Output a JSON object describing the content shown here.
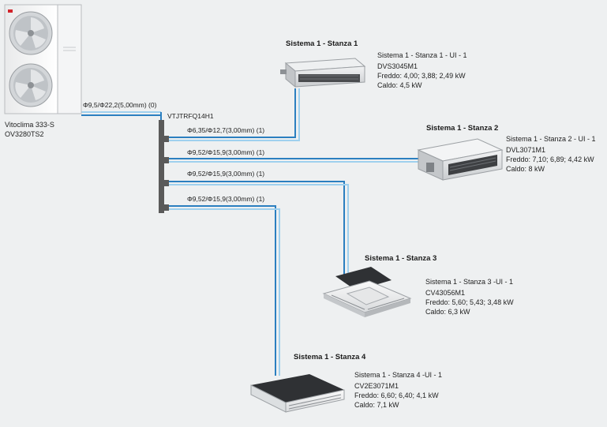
{
  "outdoor_unit": {
    "name": "Vitoclima 333-S",
    "model": "OV3280TS2"
  },
  "main_pipe": {
    "label": "Φ9,5/Φ22,2(5,00mm) (0)"
  },
  "branch_kit": {
    "model": "VTJTRFQ14H1"
  },
  "branches": [
    {
      "pipe_label": "Φ6,35/Φ12,7(3,00mm) (1)"
    },
    {
      "pipe_label": "Φ9,52/Φ15,9(3,00mm) (1)"
    },
    {
      "pipe_label": "Φ9,52/Φ15,9(3,00mm) (1)"
    },
    {
      "pipe_label": "Φ9,52/Φ15,9(3,00mm) (1)"
    }
  ],
  "rooms": [
    {
      "title": "Sistema 1 - Stanza 1",
      "unit_id": "Sistema 1 - Stanza 1 - UI - 1",
      "model": "DVS3045M1",
      "cooling": "Freddo: 4,00; 3,88; 2,49 kW",
      "heating": "Caldo: 4,5 kW"
    },
    {
      "title": "Sistema 1 - Stanza 2",
      "unit_id": "Sistema 1 - Stanza 2 - UI - 1",
      "model": "DVL3071M1",
      "cooling": "Freddo: 7,10; 6,89; 4,42 kW",
      "heating": "Caldo: 8 kW"
    },
    {
      "title": "Sistema 1 - Stanza 3",
      "unit_id": "Sistema 1 - Stanza 3 -UI - 1",
      "model": "CV43056M1",
      "cooling": "Freddo: 5,60; 5,43; 3,48 kW",
      "heating": "Caldo: 6,3 kW"
    },
    {
      "title": "Sistema 1 - Stanza 4",
      "unit_id": "Sistema 1 - Stanza 4 -UI - 1",
      "model": "CV2E3071M1",
      "cooling": "Freddo: 6,60; 6,40; 4,1 kW",
      "heating": "Caldo: 7,1 kW"
    }
  ],
  "colors": {
    "pipe_blue": "#2b7fc0",
    "pipe_light": "#9fd0ee",
    "header_gray": "#5a5a5a",
    "brand_red": "#d2232a"
  }
}
